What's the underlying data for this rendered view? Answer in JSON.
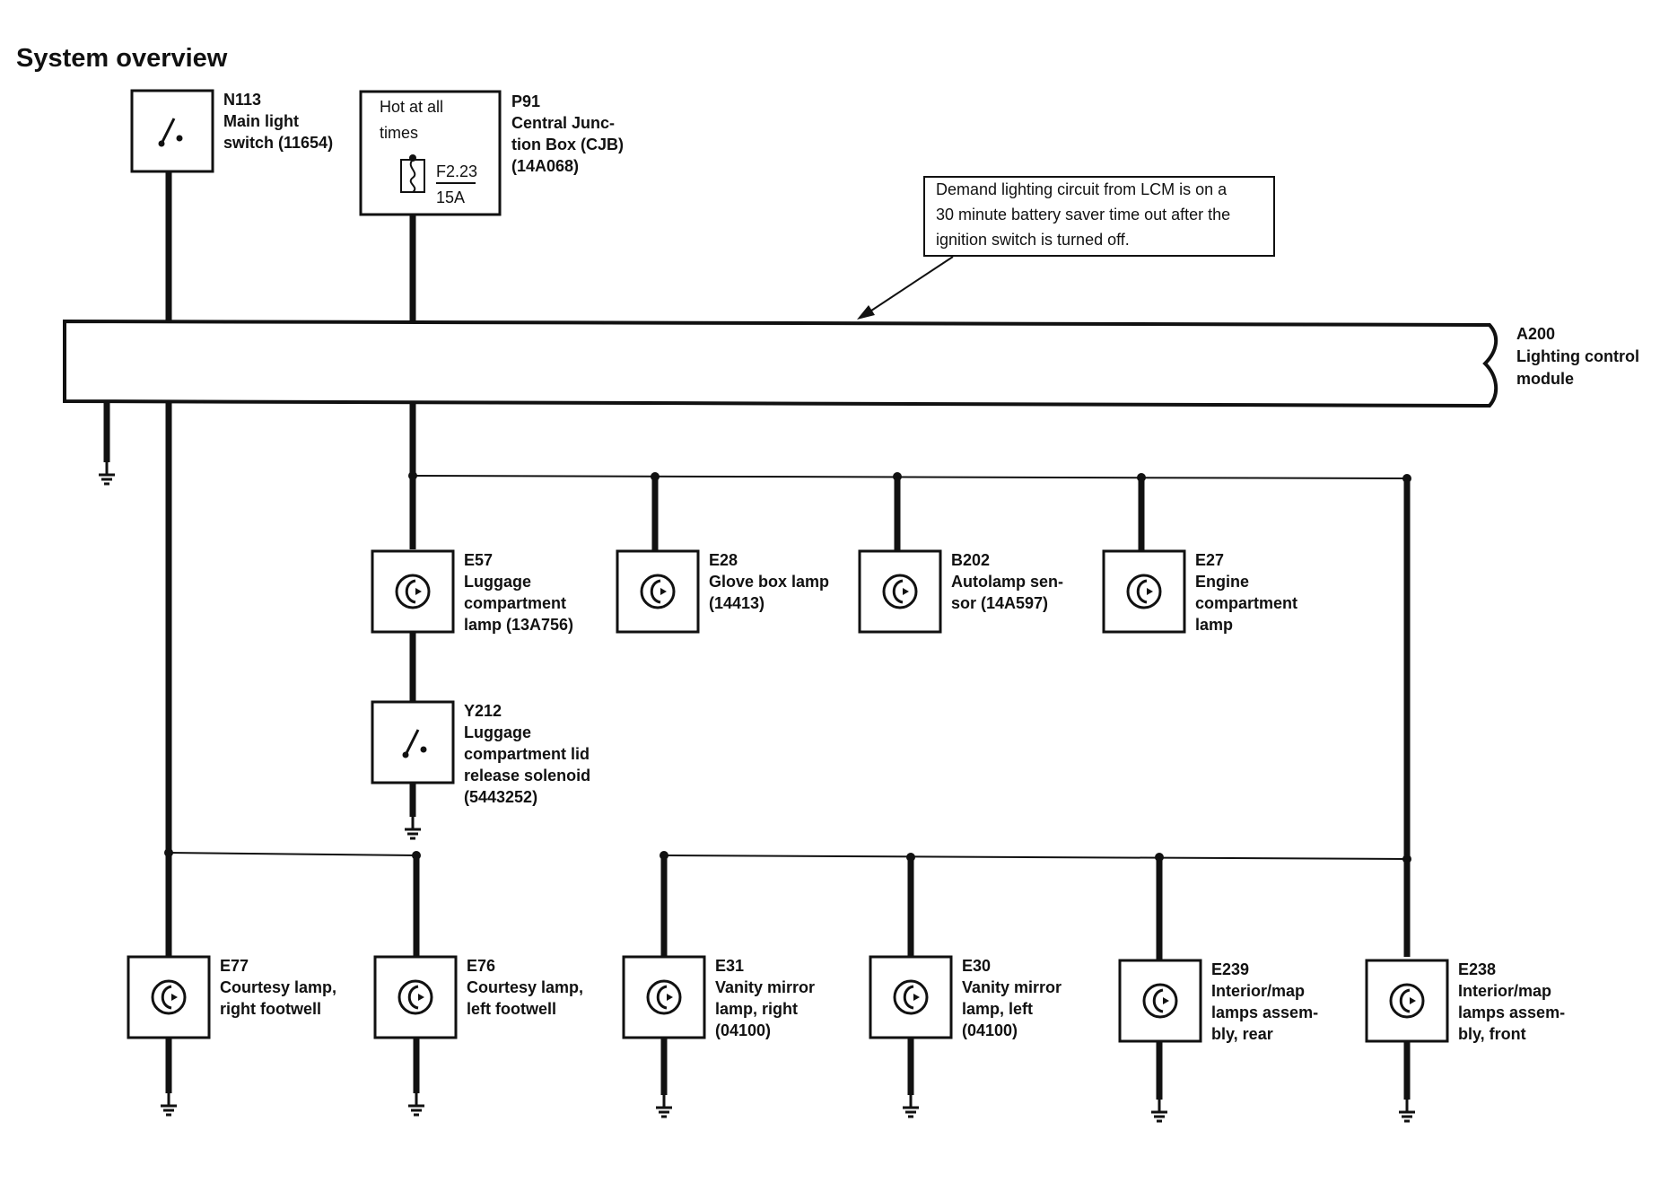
{
  "title": "System overview",
  "module": {
    "code": "A200",
    "name_lines": [
      "Lighting control",
      "module"
    ]
  },
  "note_lines": [
    "Demand lighting circuit from LCM is on a",
    "30 minute battery saver time out after the",
    "ignition switch is turned off."
  ],
  "main_switch": {
    "code": "N113",
    "name_lines": [
      "Main light",
      "switch (11654)"
    ]
  },
  "junction_box": {
    "code": "P91",
    "name_lines": [
      "Central Junc-",
      "tion Box (CJB)",
      "(14A068)"
    ],
    "inner_lines": [
      "Hot at all",
      "times"
    ],
    "fuse_id": "F2.23",
    "fuse_rating": "15A"
  },
  "components": [
    {
      "code": "E57",
      "name_lines": [
        "Luggage",
        "compartment",
        "lamp (13A756)"
      ],
      "kind": "lamp"
    },
    {
      "code": "E28",
      "name_lines": [
        "Glove box lamp",
        "(14413)"
      ],
      "kind": "lamp"
    },
    {
      "code": "B202",
      "name_lines": [
        "Autolamp sen-",
        "sor (14A597)"
      ],
      "kind": "lamp"
    },
    {
      "code": "E27",
      "name_lines": [
        "Engine",
        "compartment",
        "lamp"
      ],
      "kind": "lamp"
    },
    {
      "code": "Y212",
      "name_lines": [
        "Luggage",
        "compartment lid",
        "release solenoid",
        "(5443252)"
      ],
      "kind": "switch"
    },
    {
      "code": "E77",
      "name_lines": [
        "Courtesy lamp,",
        "right footwell"
      ],
      "kind": "lamp"
    },
    {
      "code": "E76",
      "name_lines": [
        "Courtesy lamp,",
        "left footwell"
      ],
      "kind": "lamp"
    },
    {
      "code": "E31",
      "name_lines": [
        "Vanity mirror",
        "lamp, right",
        "(04100)"
      ],
      "kind": "lamp"
    },
    {
      "code": "E30",
      "name_lines": [
        "Vanity mirror",
        "lamp, left",
        "(04100)"
      ],
      "kind": "lamp"
    },
    {
      "code": "E239",
      "name_lines": [
        "Interior/map",
        "lamps assem-",
        "bly, rear"
      ],
      "kind": "lamp"
    },
    {
      "code": "E238",
      "name_lines": [
        "Interior/map",
        "lamps assem-",
        "bly, front"
      ],
      "kind": "lamp"
    }
  ]
}
